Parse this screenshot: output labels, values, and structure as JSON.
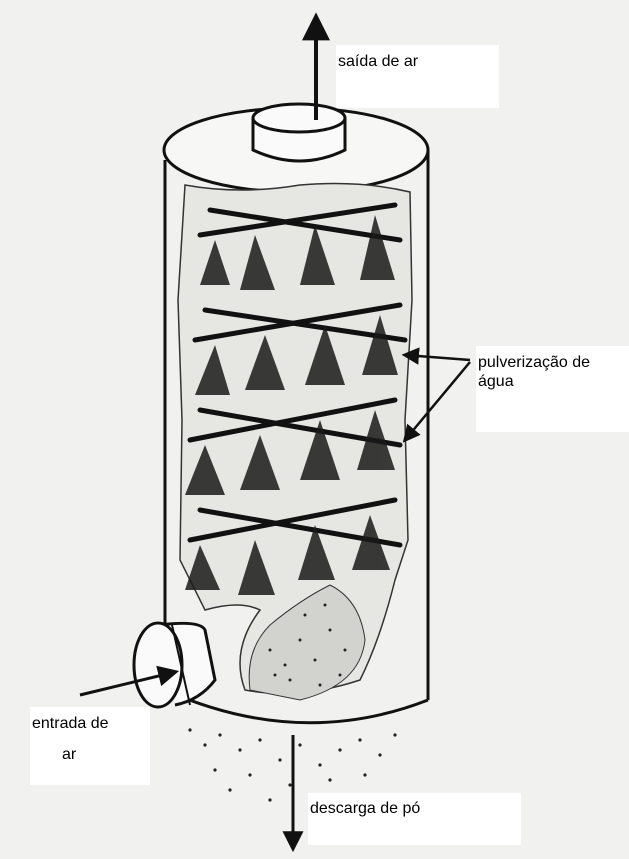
{
  "labels": {
    "air_outlet": "saída de ar",
    "water_spray_line1": "pulverização de",
    "water_spray_line2": "água",
    "air_inlet_line1": "entrada de",
    "air_inlet_line2": "ar",
    "dust_discharge": "descarga de pó"
  },
  "colors": {
    "ink": "#111111",
    "paper": "#f1f1ef",
    "label_bg": "#ffffff"
  }
}
